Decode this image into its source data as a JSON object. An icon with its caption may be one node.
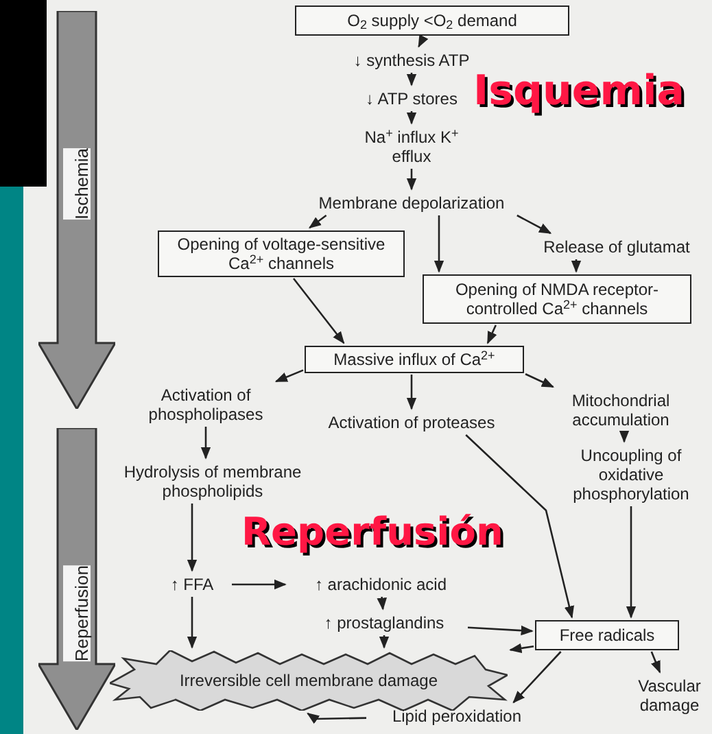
{
  "diagram": {
    "nodes": [
      {
        "text": [
          "Ischemia"
        ]
      },
      {
        "text": [
          "O$_{2}$ supply <O$_{2}$ demand"
        ]
      },
      {
        "text": [
          "↓ synthesis ATP"
        ]
      },
      {
        "text": [
          "↓ ATP stores"
        ]
      },
      {
        "text": [
          "Na$^{+}$ influx K$^{+}$ efflux"
        ]
      },
      {
        "text": [
          "Membrane depolarization"
        ]
      },
      {
        "text": [
          "Opening of voltage-sensitive Ca$^{2+}$ channels"
        ]
      },
      {
        "text": [
          "Release of glutamat"
        ]
      },
      {
        "text": [
          "Opening of NMDA receptor-controlled Ca$^{2+}$ channels"
        ]
      },
      {
        "text": [
          "Massive influx of Ca$^{2+}$"
        ]
      },
      {
        "text": [
          "Activation of phospholipases"
        ]
      },
      {
        "text": [
          "Activation of proteases"
        ]
      },
      {
        "text": [
          "Mitochondrial accumulation"
        ]
      },
      {
        "text": [
          "Reperfusion"
        ]
      },
      {
        "text": [
          "Hydrolysis of membrane phospholipids"
        ]
      },
      {
        "text": [
          "Uncoupling of oxidative phosphorylation"
        ]
      },
      {
        "text": [
          "↑ FFA"
        ]
      },
      {
        "text": [
          "↑ arachidonic acid"
        ]
      },
      {
        "text": [
          "↑ prostaglandins"
        ]
      },
      {
        "text": [
          "Free radicals"
        ]
      },
      {
        "text": [
          "Irreversible cell membrane damage"
        ]
      },
      {
        "text": [
          "Vascular damage"
        ]
      },
      {
        "text": [
          "Lipid peroxidation"
        ]
      }
    ],
    "edges": [
      {
        "from": 1,
        "to": 2,
        "arrow": "to"
      },
      {
        "from": 2,
        "to": 3,
        "arrow": "to"
      },
      {
        "from": 3,
        "to": 4,
        "arrow": "to"
      },
      {
        "from": 4,
        "to": 5,
        "arrow": "to"
      },
      {
        "from": 5,
        "to": 6,
        "arrow": "to"
      },
      {
        "from": 5,
        "to": 8,
        "arrow": "to"
      },
      {
        "from": 5,
        "to": 7,
        "arrow": "to"
      },
      {
        "from": 7,
        "to": 8,
        "arrow": "to"
      },
      {
        "from": 6,
        "to": 9,
        "arrow": "to"
      },
      {
        "from": 8,
        "to": 9,
        "arrow": "to"
      },
      {
        "from": 9,
        "to": 10,
        "arrow": "to"
      },
      {
        "from": 9,
        "to": 11,
        "arrow": "to"
      },
      {
        "from": 9,
        "to": 12,
        "arrow": "to"
      },
      {
        "from": 10,
        "to": 14,
        "arrow": "to"
      },
      {
        "from": 12,
        "to": 15,
        "arrow": "to"
      },
      {
        "from": 14,
        "to": 16,
        "arrow": "to"
      },
      {
        "from": 16,
        "to": 17,
        "arrow": "to"
      },
      {
        "from": 17,
        "to": 18,
        "arrow": "to"
      },
      {
        "from": 16,
        "to": 20,
        "arrow": "to"
      },
      {
        "from": 18,
        "to": 20,
        "arrow": "to"
      },
      {
        "from": 11,
        "to": 19,
        "arrow": "to"
      },
      {
        "from": 15,
        "to": 19,
        "arrow": "to"
      },
      {
        "from": 18,
        "to": 19,
        "arrow": "to"
      },
      {
        "from": 19,
        "to": 20,
        "arrow": "to"
      },
      {
        "from": 19,
        "to": 22,
        "arrow": "to"
      },
      {
        "from": 19,
        "to": 21,
        "arrow": "to"
      },
      {
        "from": 22,
        "to": 20,
        "arrow": "to"
      }
    ],
    "labels": [
      "Isquemia",
      "Reperfusión"
    ]
  }
}
